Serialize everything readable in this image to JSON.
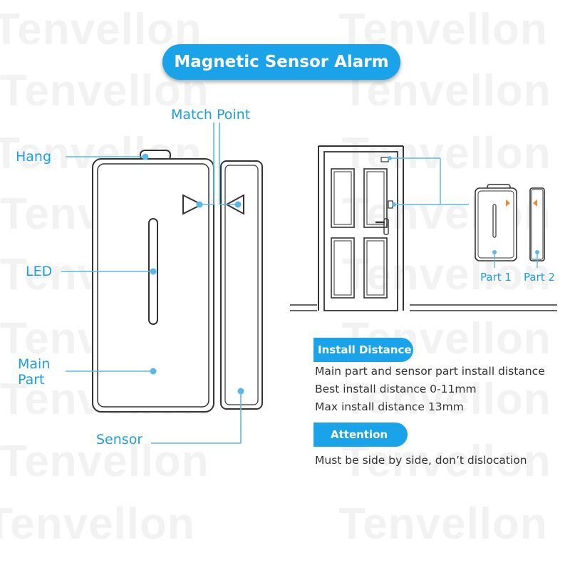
{
  "watermark": {
    "text": "Tenvellon"
  },
  "title": "Magnetic Sensor Alarm",
  "labels": {
    "match_point": "Match Point",
    "hang": "Hang",
    "led": "LED",
    "main_part": "Main Part",
    "sensor": "Sensor",
    "part1": "Part 1",
    "part2": "Part 2"
  },
  "install": {
    "heading": "Install Distance",
    "lines": [
      "Main part and sensor part install distance",
      "Best install distance 0-11mm",
      "Max install distance 13mm"
    ]
  },
  "attention": {
    "heading": "Attention",
    "lines": [
      "Must be side by side, don’t dislocation"
    ]
  },
  "colors": {
    "accent": "#1aa3e8",
    "line": "#5ab8e6",
    "outline": "#333333",
    "marker": "#f08a2c"
  }
}
